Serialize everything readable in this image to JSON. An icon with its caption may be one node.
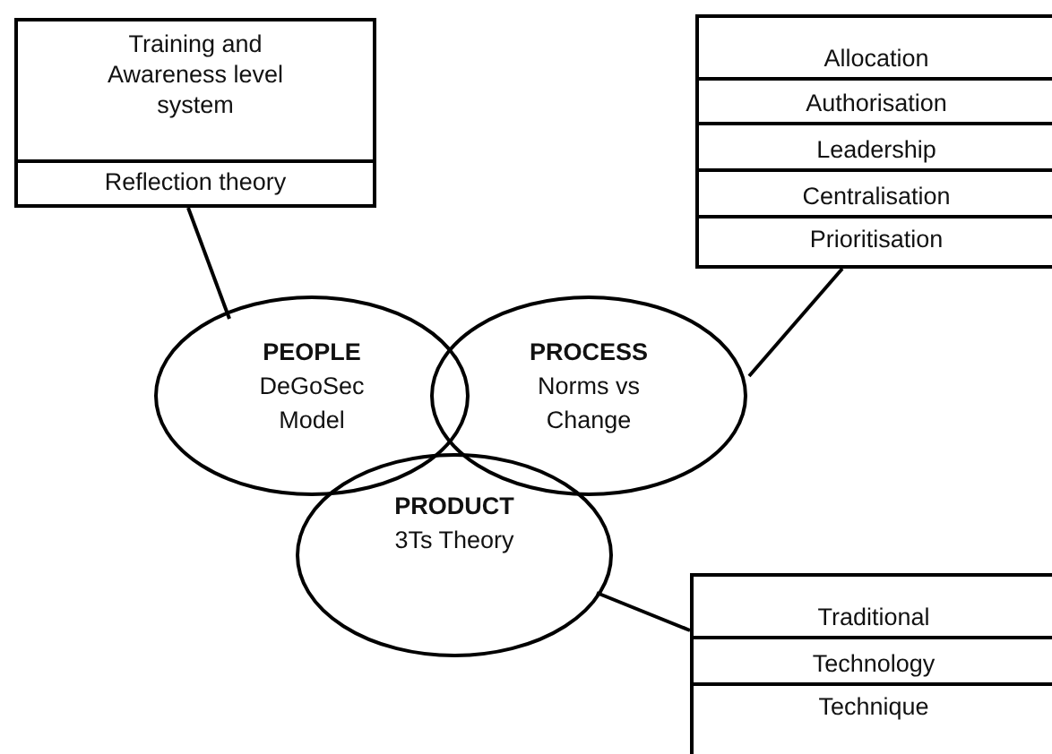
{
  "diagram": {
    "nodes": [
      {
        "text": [],
        "shape": "box"
      },
      {
        "text": [
          "Training and Awareness level system"
        ],
        "in": 0
      },
      {
        "text": [
          "Reflection theory"
        ],
        "in": 0
      },
      {
        "text": [],
        "shape": "box"
      },
      {
        "text": [
          "Allocation"
        ],
        "in": 3
      },
      {
        "text": [
          "Authorisation"
        ],
        "in": 3
      },
      {
        "text": [
          "Leadership"
        ],
        "in": 3
      },
      {
        "text": [
          "Centralisation"
        ],
        "in": 3
      },
      {
        "text": [
          "Prioritisation"
        ],
        "in": 3
      },
      {
        "text": [
          "PEOPLE",
          "DeGoSec Model"
        ]
      },
      {
        "text": [
          "PROCESS",
          "Norms vs Change"
        ]
      },
      {
        "text": [
          "PRODUCT",
          "3Ts Theory"
        ]
      },
      {
        "text": [],
        "shape": "box"
      },
      {
        "text": [
          "Traditional"
        ],
        "in": 12
      },
      {
        "text": [
          "Technology"
        ],
        "in": 12
      },
      {
        "text": [
          "Technique"
        ],
        "in": 12
      }
    ],
    "edges": [
      {
        "from": 0,
        "to": 9,
        "arrow": "none"
      },
      {
        "from": 3,
        "to": 10,
        "arrow": "none"
      },
      {
        "from": 11,
        "to": 12,
        "arrow": "none"
      }
    ]
  }
}
